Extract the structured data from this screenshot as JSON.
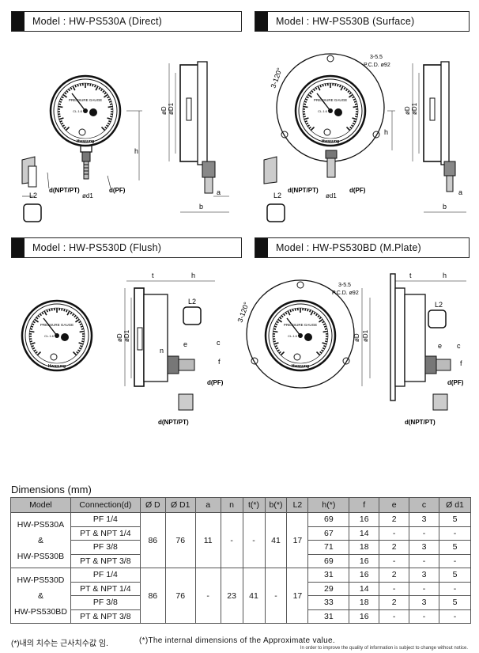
{
  "models": [
    {
      "label": "Model : HW-PS530A (Direct)"
    },
    {
      "label": "Model : HW-PS530B (Surface)"
    },
    {
      "label": "Model : HW-PS530D (Flush)"
    },
    {
      "label": "Model : HW-PS530BD (M.Plate)"
    }
  ],
  "drawing_labels": {
    "h": "h",
    "b": "b",
    "a": "a",
    "t": "t",
    "n": "n",
    "e": "e",
    "c": "c",
    "f": "f",
    "phiD": "øD",
    "phiD1": "øD1",
    "phid1": "ød1",
    "L2": "L2",
    "d_npt": "d(NPT/PT)",
    "d_pf": "d(PF)",
    "hole": "3-5.5",
    "pcd": "P.C.D. ø92",
    "angle": "3-120°",
    "dial_brand": "PRESSURE GAUGE",
    "dial_class": "CL.1.6",
    "dial_maker": "Hwasung"
  },
  "dimensions": {
    "title": "Dimensions (mm)",
    "headers": [
      "Model",
      "Connection(d)",
      "Ø D",
      "Ø D1",
      "a",
      "n",
      "t(*)",
      "b(*)",
      "L2",
      "h(*)",
      "f",
      "e",
      "c",
      "Ø d1"
    ],
    "groups": [
      {
        "model_lines": [
          "HW-PS530A",
          "&",
          "HW-PS530B"
        ],
        "D": "86",
        "D1": "76",
        "a": "11",
        "n": "-",
        "t": "-",
        "b": "41",
        "L2": "17",
        "rows": [
          {
            "conn": "PF 1/4",
            "h": "69",
            "f": "16",
            "e": "2",
            "c": "3",
            "d1": "5"
          },
          {
            "conn": "PT & NPT 1/4",
            "h": "67",
            "f": "14",
            "e": "-",
            "c": "-",
            "d1": "-"
          },
          {
            "conn": "PF 3/8",
            "h": "71",
            "f": "18",
            "e": "2",
            "c": "3",
            "d1": "5"
          },
          {
            "conn": "PT & NPT 3/8",
            "h": "69",
            "f": "16",
            "e": "-",
            "c": "-",
            "d1": "-"
          }
        ]
      },
      {
        "model_lines": [
          "HW-PS530D",
          "&",
          "HW-PS530BD"
        ],
        "D": "86",
        "D1": "76",
        "a": "-",
        "n": "23",
        "t": "41",
        "b": "-",
        "L2": "17",
        "rows": [
          {
            "conn": "PF 1/4",
            "h": "31",
            "f": "16",
            "e": "2",
            "c": "3",
            "d1": "5"
          },
          {
            "conn": "PT & NPT 1/4",
            "h": "29",
            "f": "14",
            "e": "-",
            "c": "-",
            "d1": "-"
          },
          {
            "conn": "PF 3/8",
            "h": "33",
            "f": "18",
            "e": "2",
            "c": "3",
            "d1": "5"
          },
          {
            "conn": "PT & NPT 3/8",
            "h": "31",
            "f": "16",
            "e": "-",
            "c": "-",
            "d1": "-"
          }
        ]
      }
    ]
  },
  "footnote_korean": "(*)내의 치수는 근사치수값 임.",
  "footnote_english": "(*)The internal dimensions of the Approximate value.",
  "notice": "In order to improve the quality of information is subject to change without notice."
}
